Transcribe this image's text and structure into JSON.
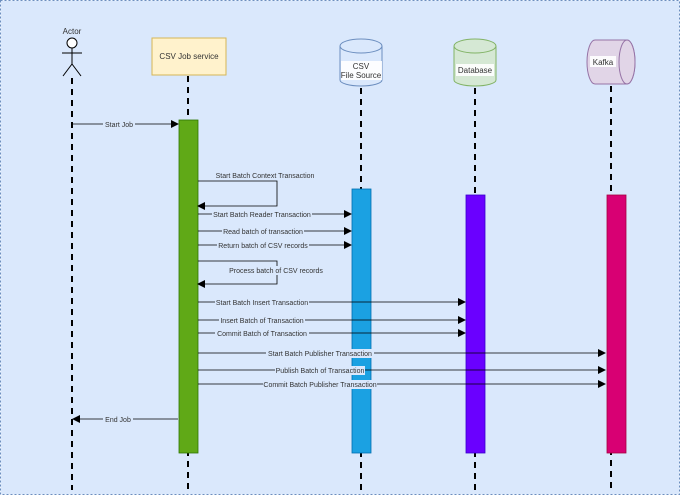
{
  "participants": {
    "actor": "Actor",
    "service": "CSV Job service",
    "csv_line1": "CSV",
    "csv_line2": "File Source",
    "database": "Database",
    "kafka": "Kafka"
  },
  "messages": {
    "start_job": "Start Job",
    "start_batch_context": "Start Batch Context Transaction",
    "start_batch_reader": "Start  Batch Reader Transaction",
    "read_batch": "Read batch of transaction",
    "return_batch": "Return batch of CSV records",
    "process_batch": "Process batch of CSV records",
    "start_batch_insert": "Start Batch Insert Transaction",
    "insert_batch": "Insert Batch of Transaction",
    "commit_batch": "Commit Batch of Transaction",
    "start_batch_publisher": "Start Batch Publisher Transaction",
    "publish_batch": "Publish Batch of Transaction",
    "commit_batch_publisher": "Commit Batch Publisher Transaction",
    "end_job": "End Job"
  },
  "colors": {
    "background": "#dae8fc",
    "service_fill": "#fff2cc",
    "service_stroke": "#d6b656",
    "csv_fill": "#dae8fc",
    "csv_stroke": "#6c8ebf",
    "db_fill": "#d5e8d4",
    "db_stroke": "#82b366",
    "kafka_fill": "#e1d5e7",
    "kafka_stroke": "#9673a6",
    "service_activation": "#60a917",
    "csv_activation": "#1ba1e2",
    "db_activation": "#6a00ff",
    "kafka_activation": "#d80073"
  }
}
